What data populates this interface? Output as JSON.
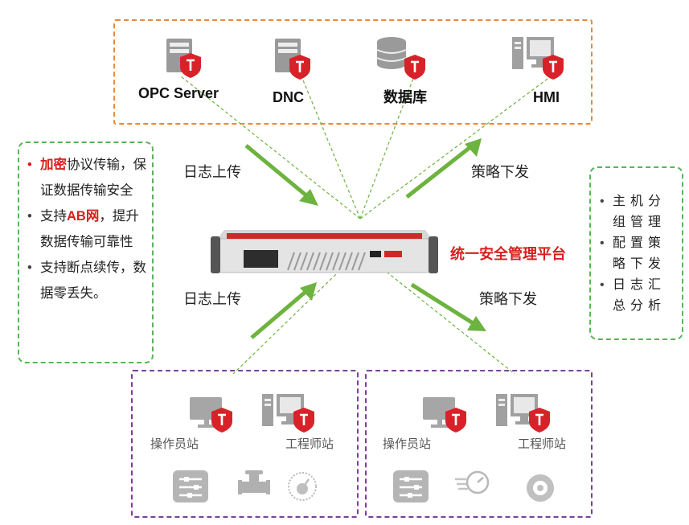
{
  "top_devices": [
    {
      "label": "OPC Server",
      "icon": "server-icon"
    },
    {
      "label": "DNC",
      "icon": "server-icon"
    },
    {
      "label": "数据库",
      "icon": "database-icon"
    },
    {
      "label": "HMI",
      "icon": "workstation-icon"
    }
  ],
  "badge_letter": "T",
  "flows": {
    "upload_top": "日志上传",
    "upload_bottom": "日志上传",
    "dispatch_top": "策略下发",
    "dispatch_bottom": "策略下发"
  },
  "platform_label": "统一安全管理平台",
  "left_features": [
    {
      "highlight": "加密",
      "text": "协议传输，保证数据传输安全"
    },
    {
      "prefix": "支持",
      "highlight": "AB网",
      "text": "，提升数据传输可靠性"
    },
    {
      "text": "支持断点续传，数据零丢失。"
    }
  ],
  "right_features": [
    "主机分组管理",
    "配置策略下发",
    "日志汇总分析"
  ],
  "bottom_groups": [
    {
      "operator": "操作员站",
      "engineer": "工程师站",
      "devices": [
        "plc-icon",
        "valve-icon",
        "gauge-icon"
      ]
    },
    {
      "operator": "操作员站",
      "engineer": "工程师站",
      "devices": [
        "plc-icon",
        "flowmeter-icon",
        "sensor-icon"
      ]
    }
  ],
  "colors": {
    "accent_red": "#d81e1e",
    "arrow_green": "#6db33f",
    "top_border": "#e8893c",
    "bottom_border": "#7d3f98",
    "feature_border": "#58b558"
  }
}
